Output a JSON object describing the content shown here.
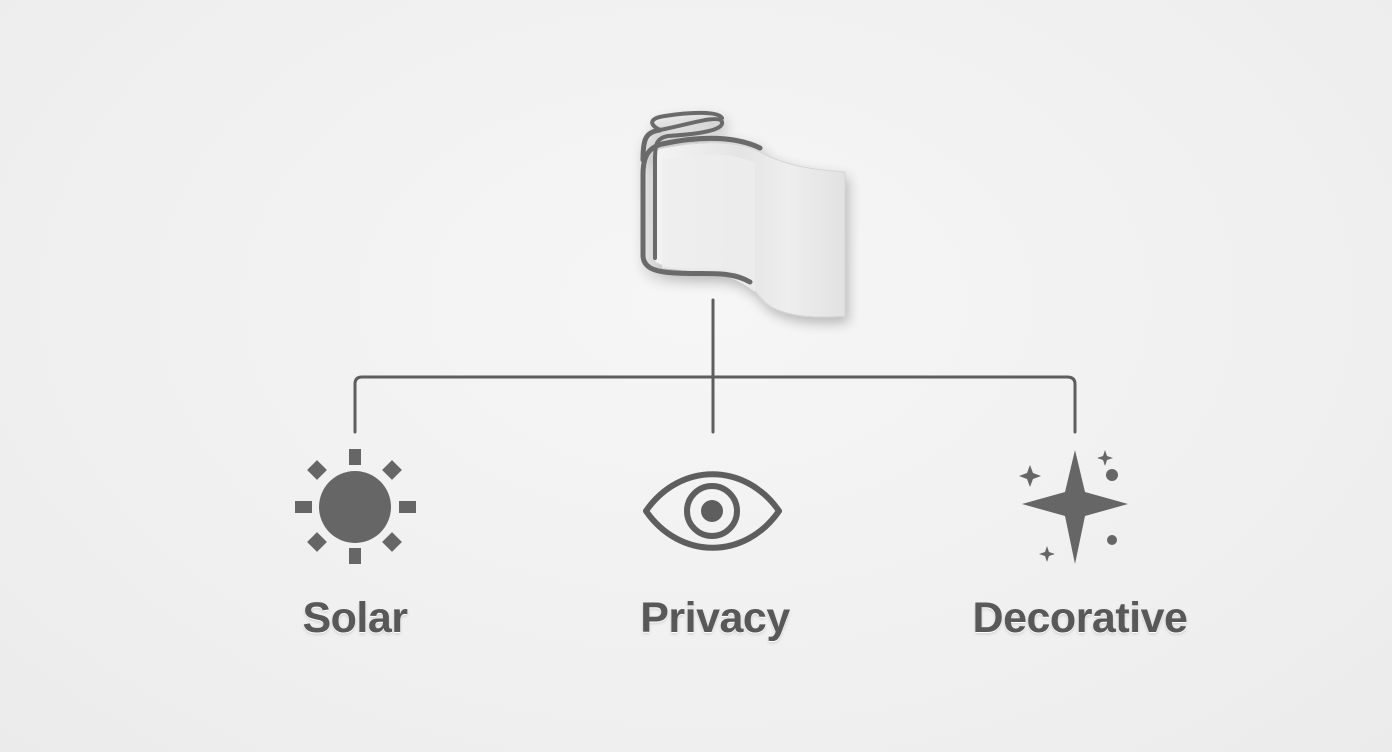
{
  "diagram": {
    "root": {
      "icon": "film-roll-icon"
    },
    "branches": [
      {
        "label": "Solar",
        "icon": "sun-icon"
      },
      {
        "label": "Privacy",
        "icon": "eye-icon"
      },
      {
        "label": "Decorative",
        "icon": "sparkle-icon"
      }
    ]
  },
  "colors": {
    "background": "#f0f0f0",
    "line": "#5e5e5e",
    "icon": "#666666",
    "text": "#585858"
  }
}
